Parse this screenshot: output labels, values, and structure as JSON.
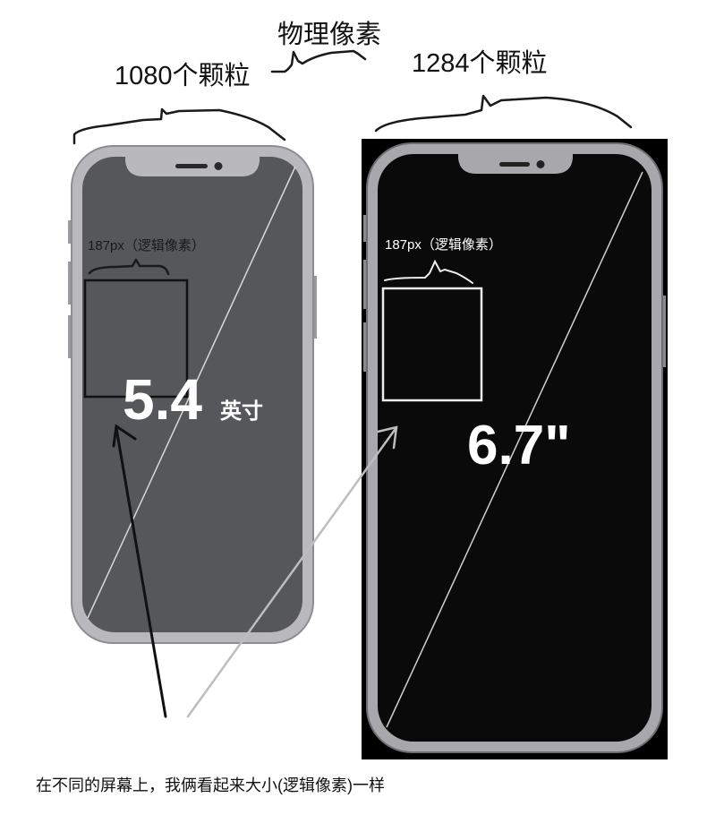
{
  "labels": {
    "physical_pixels": "物理像素",
    "left_pixels": "1080个颗粒",
    "right_pixels": "1284个颗粒",
    "left_logical": "187px（逻辑像素）",
    "right_logical": "187px（逻辑像素）",
    "left_size_number": "5.4",
    "left_size_unit": "英寸",
    "right_size": "6.7\"",
    "caption": "在不同的屏幕上，我俩看起来大小(逻辑像素)一样"
  },
  "colors": {
    "left_screen": "#56575b",
    "right_screen": "#0a0a0a",
    "frame": "#b9b9bd"
  }
}
